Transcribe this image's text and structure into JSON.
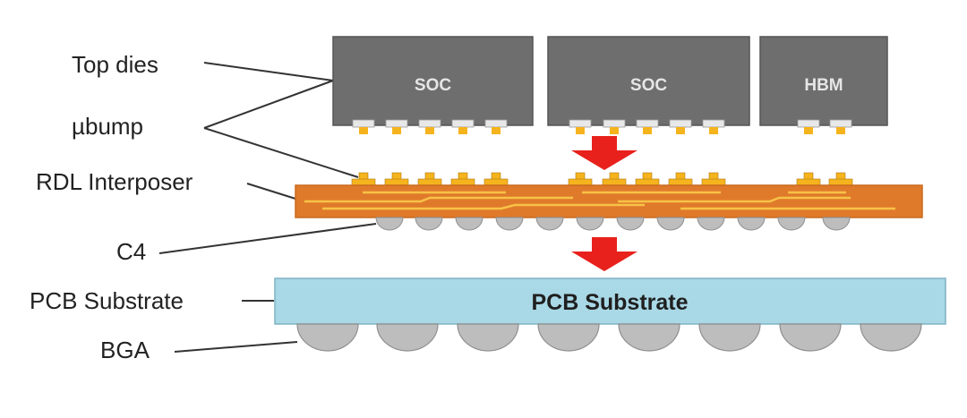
{
  "labels": {
    "top_dies": "Top dies",
    "ubump": "µbump",
    "rdl_interposer": "RDL Interposer",
    "c4": "C4",
    "pcb_substrate": "PCB Substrate",
    "bga": "BGA"
  },
  "dies": [
    {
      "label": "SOC",
      "bumps": 5
    },
    {
      "label": "SOC",
      "bumps": 5
    },
    {
      "label": "HBM",
      "bumps": 2
    }
  ],
  "substrate_label": "PCB Substrate",
  "c4_count": 12,
  "bga_count": 8,
  "arrow_count": 2,
  "colors": {
    "die": "#6e6e6e",
    "die_border": "#555555",
    "bump_pad": "#e8e8e8",
    "bump": "#f5b41e",
    "interposer": "#e07a2b",
    "interposer_trace": "#f7c247",
    "c4_ball": "#bdbdbd",
    "substrate": "#a9d8e6",
    "bga_ball": "#bdbdbd",
    "arrow": "#e8211c",
    "leader_line": "#333333"
  }
}
